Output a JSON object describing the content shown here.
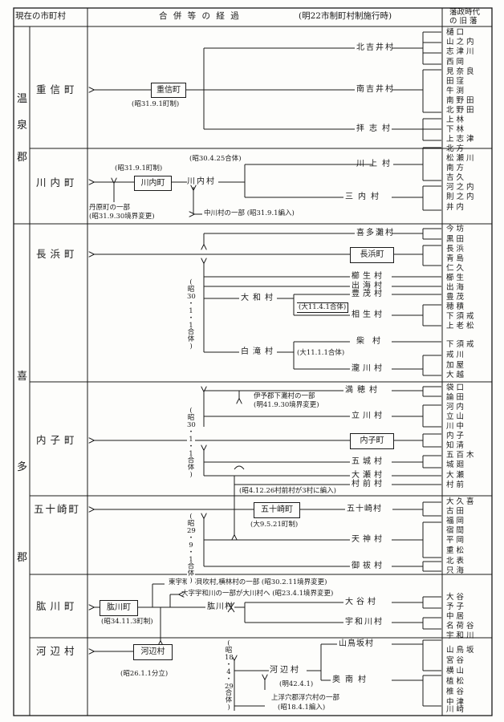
{
  "header": {
    "col_town": "現在の市町村",
    "col_process": "合 併 等 の 経 過",
    "col_era": "(明22市制町村制施行時)",
    "col_han_1": "藩政時代",
    "col_han_2": "の 旧 藩"
  },
  "districts": {
    "onsen": [
      "温",
      "泉",
      "郡"
    ],
    "kita": [
      "喜",
      "多",
      "郡"
    ]
  },
  "towns": {
    "shigenobu": "重信町",
    "kawauchi": "川内町",
    "nagahama": "長浜町",
    "uchiko": "内子町",
    "ikazaki": "五十崎町",
    "hijikawa": "肱川町",
    "kawabe": "河辺村"
  },
  "boxes": {
    "shigenobu": "重信町",
    "kawauchi": "川内町",
    "nagahama": "長浜町",
    "uchiko": "内子町",
    "ikazaki": "五十崎町",
    "hijikawa": "肱川町",
    "kawabe": "河辺村"
  },
  "villages": {
    "kitayoshii": "北吉井村",
    "minamiyoshii": "南吉井村",
    "haishi": "拝志村",
    "kawakami": "川上村",
    "mitsuuchi": "三内村",
    "kawauchi_mura": "川内村",
    "kitanada": "喜多灘村",
    "kushio": "櫛生村",
    "izumi": "出海村",
    "toyoshige": "豊茂村",
    "aio": "相生村",
    "yamato": "大和村",
    "shiba": "柴村",
    "takikawa": "瀧川村",
    "shirataki": "白滝村",
    "mitsuho": "満穂村",
    "tatekawa": "立川村",
    "goshiro": "五城村",
    "oose": "大瀬村",
    "muramae": "村前村",
    "ikazaki_mura": "五十崎村",
    "amagami": "天神村",
    "mitsugi": "御祓村",
    "hijikawa_mura": "肱川村",
    "oyano": "大谷村",
    "uwagawa": "宇和川村",
    "kawabe_mura": "河辺村",
    "yamatosaka": "山鳥坂村",
    "okuminami": "奥南村"
  },
  "notes": {
    "s31_shigenobu": "(昭31.9.1町制)",
    "s30_kawauchi": "(昭30.4.25合体)",
    "s31_kawauchi": "(昭31.9.1町制)",
    "tanbara_1": "丹原町の一部",
    "tanbara_2": "(昭31.9.30境界変更)",
    "nakagawa": "中川村の一部 (昭31.9.1編入)",
    "t11_aio": "(大11.4.1合体)",
    "t11_shirataki": "(大11.1.1合体)",
    "iyo_1": "伊予郡下灘村の一部",
    "iyo_2": "(明41.9.30境界変更)",
    "s4_muramae": "(昭4.12.26村前村が3村に編入)",
    "t9_ikazaki": "(大9.5.21町制)",
    "hijikawa_1": "東宇和郡貝吹村,横林村の一部 (昭30.2.11境界変更)",
    "hijikawa_2": "大字宇和川の一部が大川村へ (昭23.4.1境界変更)",
    "s34_hijikawa": "(昭34.11.3町制)",
    "s26_kawabe": "(昭26.1.1分立)",
    "m42_kawabe": "(明42.4.1)",
    "kamiukiana_1": "上浮穴郡浮穴村の一部",
    "kamiukiana_2": "(昭18.4.1編入)"
  },
  "vertical_notes": {
    "nagahama": [
      "(",
      "昭",
      "30",
      "・",
      "1",
      "・",
      "1",
      "合",
      "体",
      ")"
    ],
    "uchiko": [
      "(",
      "昭",
      "30",
      "・",
      "1",
      "・",
      "1",
      "合",
      "体",
      ")"
    ],
    "ikazaki": [
      "(",
      "昭",
      "29",
      "・",
      "9",
      "・",
      "1",
      "合",
      "体",
      ")"
    ],
    "kawabe": [
      "(",
      "昭",
      "18",
      "・",
      "4",
      "・",
      "29",
      "合",
      "体",
      ")"
    ]
  },
  "old_villages": [
    "樋 口",
    "山 之 内",
    "志 津 川",
    "西 岡",
    "見 奈 良",
    "田 窪",
    "牛 渕",
    "南 野 田",
    "北 野 田",
    "上 林",
    "下 林",
    "上 志 津",
    "北 方",
    "松 瀬 川",
    "南 方",
    "吉 久",
    "河 之 内",
    "則 之 内",
    "井 内",
    "今 坊",
    "黒 田",
    "長 浜",
    "青 島",
    "仁 久",
    "櫛 生",
    "出 海",
    "豊 茂",
    "穂 積",
    "下 須 戒",
    "上 老 松",
    "下 須 戒",
    "戒 川",
    "加 屋",
    "大 越",
    "袋 口",
    "論 田",
    "河 内",
    "立 山",
    "川 中",
    "内 子",
    "知 清",
    "五 百 木",
    "城 廻",
    "大 瀬",
    "村 前",
    "大 久 喜",
    "古 田",
    "福 岡",
    "宿 間",
    "平 岡",
    "重 松",
    "北 表",
    "只 海",
    "大 谷",
    "予 子",
    "中 居",
    "名 荷 谷",
    "宇 和 川",
    "山 鳥 坂",
    "宮 谷",
    "横 山",
    "植 松",
    "椎 谷",
    "中 津",
    "川 崎"
  ]
}
